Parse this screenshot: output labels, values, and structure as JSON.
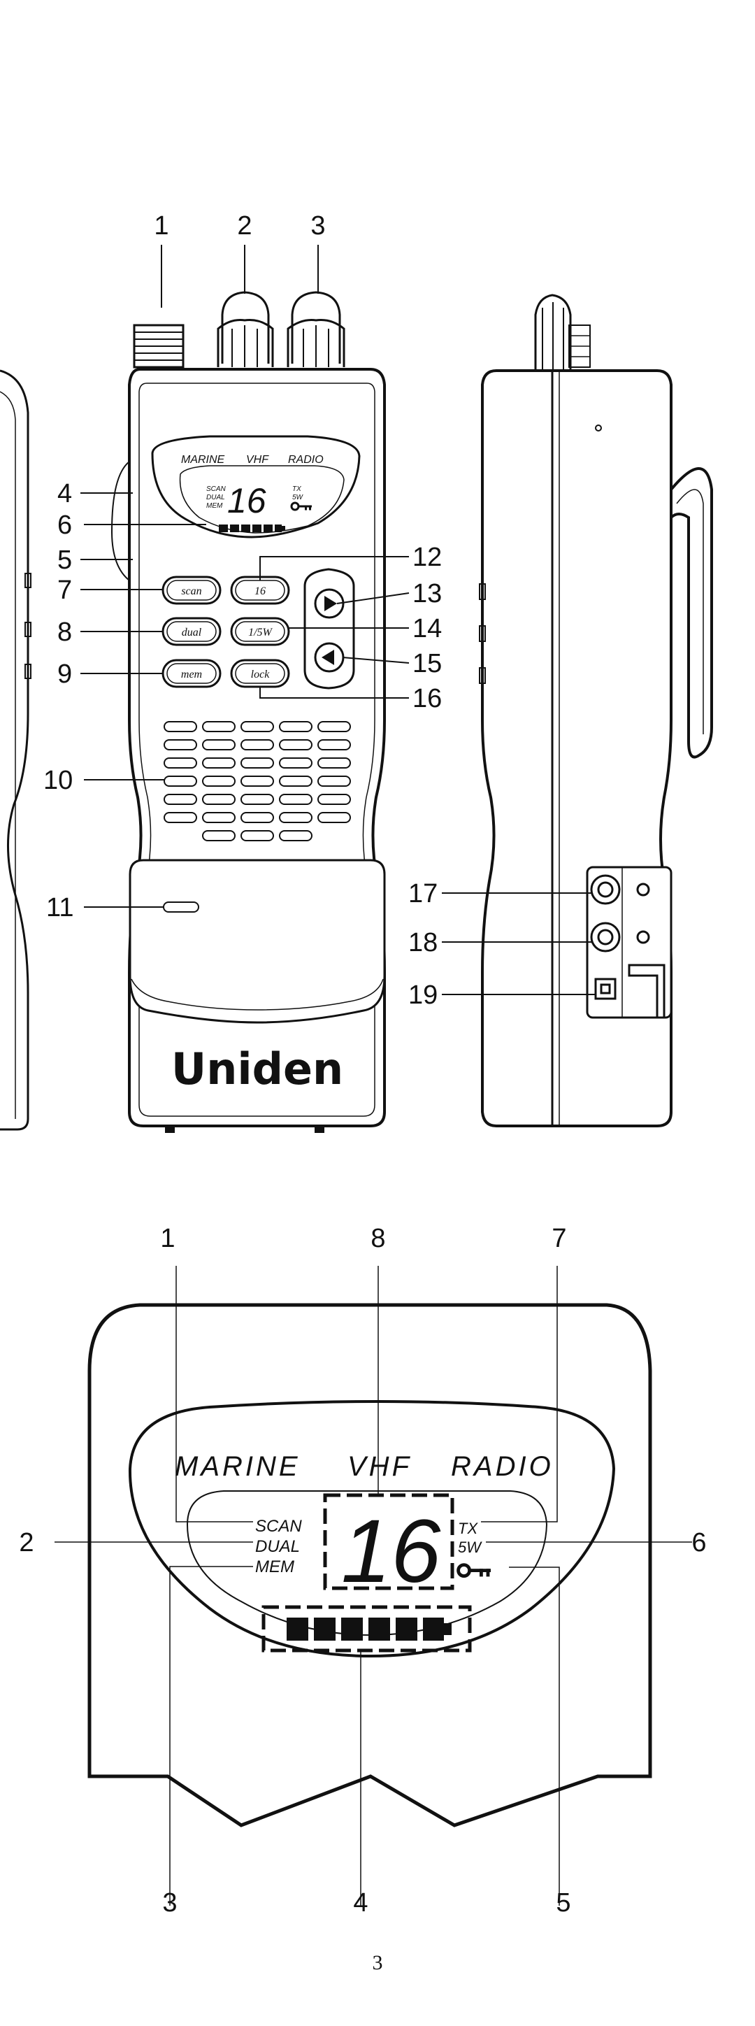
{
  "top_figure": {
    "callouts_left": [
      "4",
      "6",
      "5",
      "7",
      "8",
      "9",
      "10",
      "11"
    ],
    "callouts_top": [
      "1",
      "2",
      "3"
    ],
    "callouts_right": [
      "12",
      "13",
      "14",
      "15",
      "16"
    ],
    "callouts_side": [
      "17",
      "18",
      "19"
    ],
    "lcd": {
      "header": [
        "MARINE",
        "VHF",
        "RADIO"
      ],
      "indicators_left": [
        "SCAN",
        "DUAL",
        "MEM"
      ],
      "channel": "16",
      "indicators_right": [
        "TX",
        "5W"
      ]
    },
    "buttons": {
      "scan": "scan",
      "dual": "dual",
      "mem": "mem",
      "ch16": "16",
      "power": "1/5W",
      "lock": "lock"
    },
    "brand": "Uniden"
  },
  "bottom_figure": {
    "callouts_top": [
      "1",
      "8",
      "7"
    ],
    "callouts_side": [
      "2",
      "6"
    ],
    "callouts_bottom": [
      "3",
      "4",
      "5"
    ],
    "lcd": {
      "header": [
        "MARINE",
        "VHF",
        "RADIO"
      ],
      "indicators_left": [
        "SCAN",
        "DUAL",
        "MEM"
      ],
      "channel": "16",
      "indicators_right": [
        "TX",
        "5W"
      ]
    }
  },
  "page_number": "3",
  "icons": [
    "key-icon",
    "battery-icon",
    "up-arrow-icon",
    "down-arrow-icon"
  ]
}
